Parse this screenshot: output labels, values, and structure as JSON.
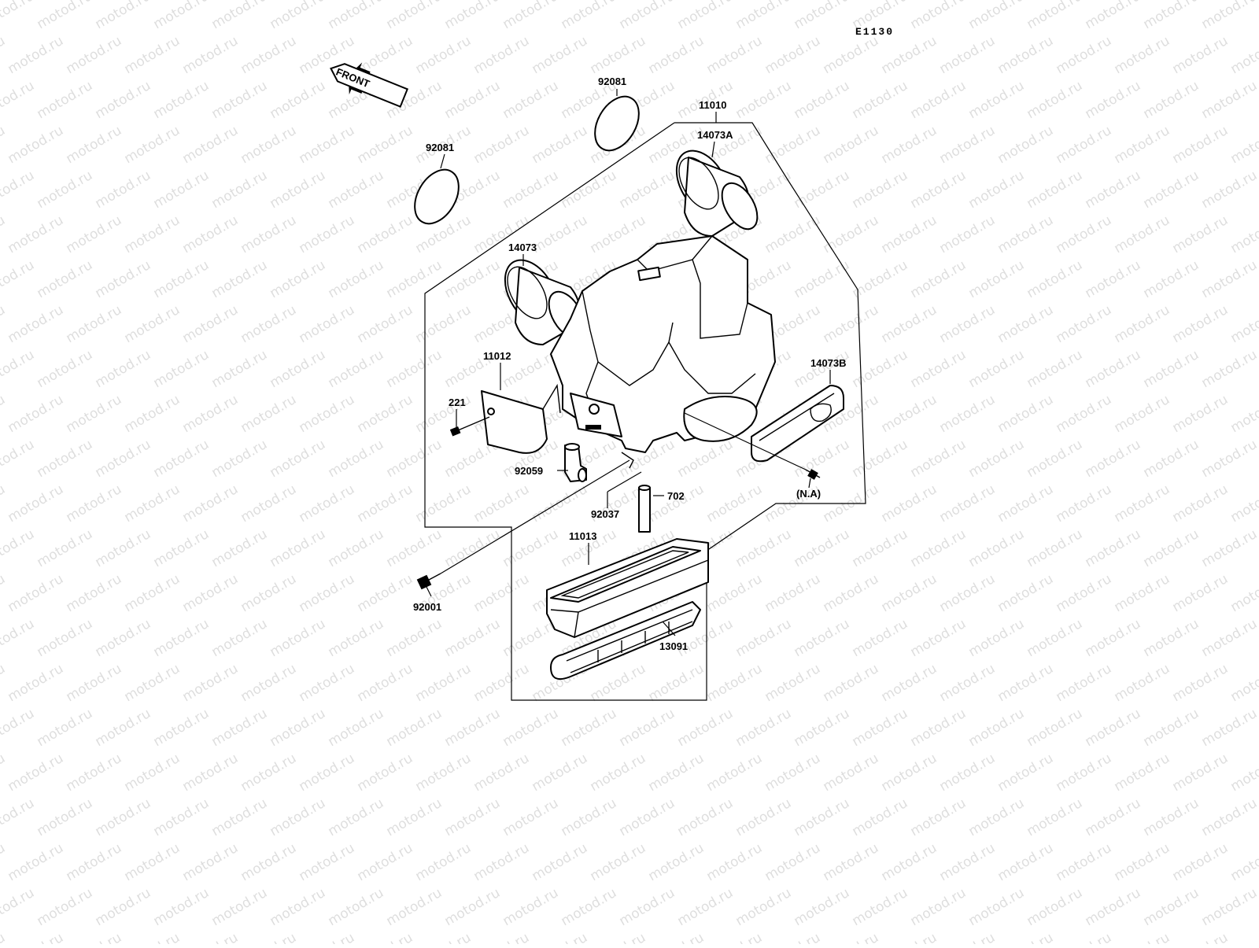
{
  "diagram": {
    "code": "E1130",
    "front_label": "FRONT",
    "watermark": "motod.ru",
    "colors": {
      "ink": "#000000",
      "paper": "#ffffff"
    },
    "labels": {
      "p92081a": "92081",
      "p92081b": "92081",
      "p11010": "11010",
      "p14073A": "14073A",
      "p14073": "14073",
      "p11012": "11012",
      "p221": "221",
      "p14073B": "14073B",
      "p92059": "92059",
      "p702": "702",
      "p92037": "92037",
      "pNA": "(N.A)",
      "p11013": "11013",
      "p92001": "92001",
      "p13091": "13091"
    }
  }
}
